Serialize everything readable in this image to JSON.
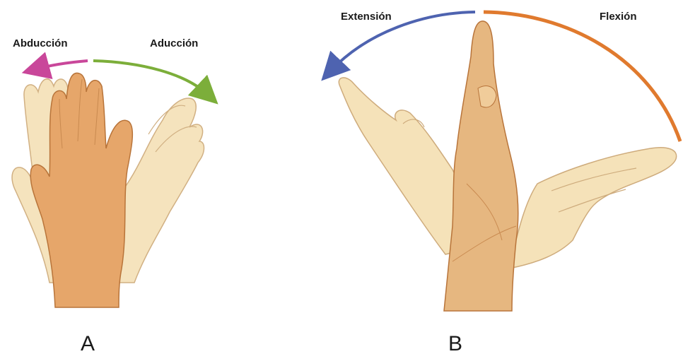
{
  "panel_a": {
    "letter": "A",
    "labels": {
      "left": "Abducción",
      "right": "Aducción"
    }
  },
  "panel_b": {
    "letter": "B",
    "labels": {
      "left": "Extensión",
      "right": "Flexión"
    }
  },
  "colors": {
    "abduction_arrow": "#c9479a",
    "adduction_arrow": "#7cae3a",
    "extension_arrow": "#4e63b0",
    "flexion_arrow": "#e07a2e",
    "hand_main": "#e6a66a",
    "hand_main_stroke": "#b8743a",
    "hand_ghost": "#f4dfb2",
    "hand_ghost_stroke": "#c9a36e"
  }
}
